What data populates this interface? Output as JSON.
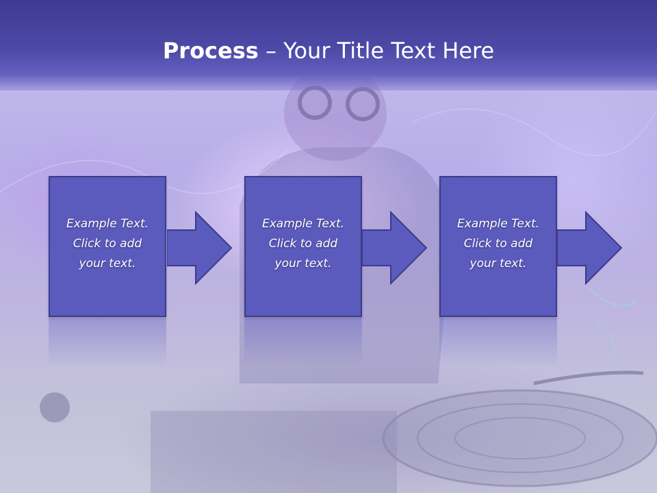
{
  "slide": {
    "title_bold": "Process",
    "title_rest": " – Your Title Text Here"
  },
  "steps": [
    {
      "line1": "Example Text.",
      "line2": "Click  to add",
      "line3": "your text."
    },
    {
      "line1": "Example Text.",
      "line2": "Click  to add",
      "line3": "your text."
    },
    {
      "line1": "Example Text.",
      "line2": "Click  to add",
      "line3": "your text."
    }
  ],
  "colors": {
    "title_bar": "#4d4aa8",
    "box_fill": "#5b5bbd",
    "box_border": "#3c3b8a",
    "text": "#ffffff"
  }
}
